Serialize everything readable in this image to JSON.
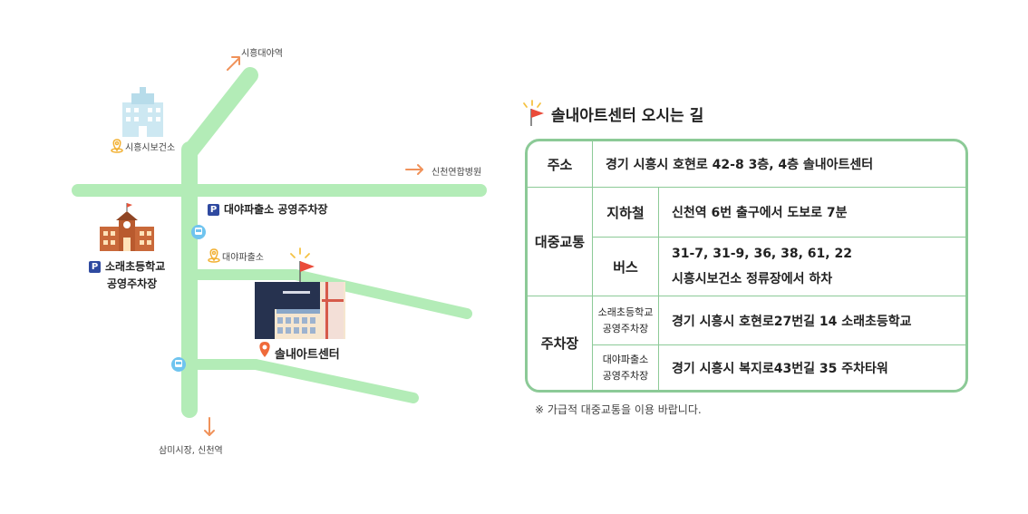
{
  "map": {
    "labels": {
      "to_sihwa_daeya_station": "시흥대야역",
      "to_sincheon_hospital": "신천연합병원",
      "to_sammi_market": "삼미시장, 신천역",
      "city_health_center": "시흥시보건소",
      "daeya_office": "대야파출소",
      "daeya_office_parking": "대야파출소 공영주차장",
      "sorae_school_parking_line1": "소래초등학교",
      "sorae_school_parking_line2": "공영주차장",
      "art_center": "솔내아트센터",
      "parking_symbol": "P"
    },
    "road_color": "#b3ecb7",
    "arrow_color": "#f0925a",
    "pin_color": "#f28a34"
  },
  "guide": {
    "title": "솔내아트센터 오시는 길",
    "address_header": "주소",
    "address_value": "경기 시흥시 호현로 42-8 3층, 4층 솔내아트센터",
    "transit_header": "대중교통",
    "subway_header": "지하철",
    "subway_value": "신천역 6번 출구에서 도보로 7분",
    "bus_header": "버스",
    "bus_routes": "31-7, 31-9, 36, 38, 61, 22",
    "bus_stop": "시흥시보건소 정류장에서 하차",
    "parking_header": "주차장",
    "parking1_name_line1": "소래초등학교",
    "parking1_name_line2": "공영주차장",
    "parking1_address": "경기 시흥시 호현로27번길 14 소래초등학교",
    "parking2_name_line1": "대야파출소",
    "parking2_name_line2": "공영주차장",
    "parking2_address": "경기 시흥시 복지로43번길 35 주차타워",
    "border_color": "#8cca97"
  },
  "note": "※ 가급적 대중교통을 이용 바랍니다."
}
